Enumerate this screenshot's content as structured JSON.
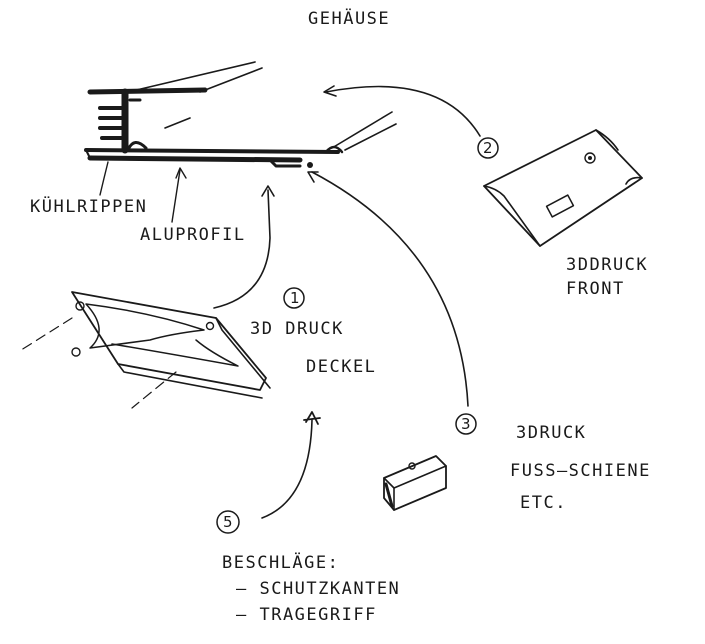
{
  "title": "GEHÄUSE",
  "labels": {
    "kuehlrippen": "KÜHLRIPPEN",
    "aluprofil": "ALUPROFIL",
    "druck_deckel_line1": "3D DRUCK",
    "druck_deckel_line2": "DECKEL",
    "druck_front_line1": "3DDRUCK",
    "druck_front_line2": "FRONT",
    "druck_fuss_line1": "3DRUCK",
    "druck_fuss_line2": "FUSS—SCHIENE",
    "druck_fuss_line3": "ETC.",
    "beschlaege": "BESCHLÄGE:",
    "beschlaege_item1": "– SCHUTZKANTEN",
    "beschlaege_item2": "– TRAGEGRIFF"
  },
  "numbers": {
    "n1": "1",
    "n2": "2",
    "n3": "3",
    "n5": "5"
  },
  "colors": {
    "ink": "#1a1a1a",
    "paper": "#ffffff"
  }
}
